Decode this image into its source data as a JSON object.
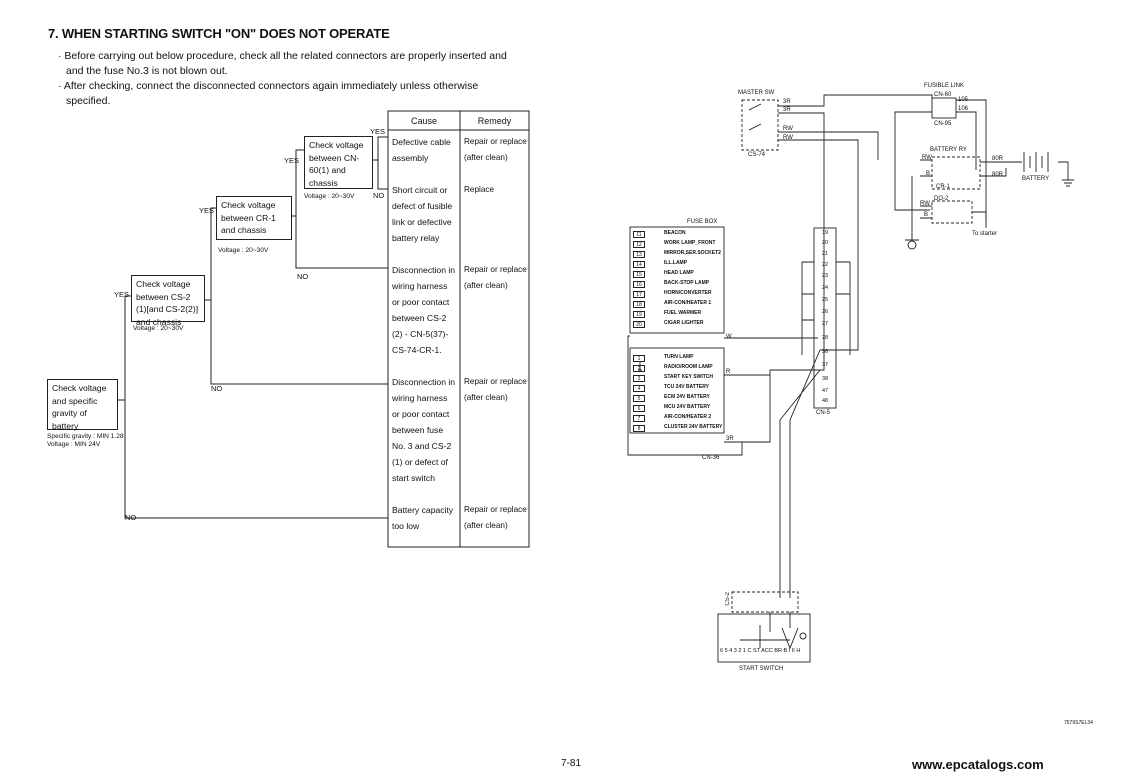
{
  "header": {
    "title": "7. WHEN STARTING SWITCH \"ON\" DOES NOT OPERATE"
  },
  "notes": [
    "· Before carrying out below procedure, check all the related connectors are properly inserted and",
    "and the fuse No.3 is not blown out.",
    "· After checking, connect the disconnected connectors again immediately unless otherwise",
    "specified."
  ],
  "flow": {
    "box1": "Check voltage and specific gravity of battery",
    "box1_spec": "Specific gravity : MIN 1.28",
    "box1_spec2": "Voltage : MIN 24V",
    "box2": "Check voltage between CS-2 (1)[and CS-2(2)] and chassis",
    "box2_spec": "Voltage : 20~30V",
    "box3": "Check voltage between CR-1 and chassis",
    "box3_spec": "Voltage : 20~30V",
    "box4": "Check voltage between CN-60(1) and chassis",
    "box4_spec": "Voltage : 20~30V",
    "yes": "YES",
    "no": "NO"
  },
  "table": {
    "headers": [
      "Cause",
      "Remedy"
    ],
    "rows": [
      {
        "cause": [
          "Defective cable",
          "assembly"
        ],
        "remedy": [
          "Repair or replace",
          "(after clean)"
        ]
      },
      {
        "cause": [
          "Short circuit or",
          "defect of fusible",
          "link or defective",
          "battery relay"
        ],
        "remedy": [
          "Replace"
        ]
      },
      {
        "cause": [
          "Disconnection in",
          "wiring harness",
          "or poor contact",
          "between CS-2",
          "(2) - CN-5(37)-",
          "CS-74-CR-1."
        ],
        "remedy": [
          "Repair or replace",
          "(after clean)"
        ]
      },
      {
        "cause": [
          "Disconnection in",
          "wiring harness",
          "or poor contact",
          "between fuse",
          "No. 3 and CS-2",
          "(1) or defect of",
          "start switch"
        ],
        "remedy": [
          "Repair or replace",
          "(after clean)"
        ]
      },
      {
        "cause": [
          "Battery capacity",
          "too low"
        ],
        "remedy": [
          "Repair or replace",
          "(after clean)"
        ]
      }
    ]
  },
  "diagram": {
    "master_sw": "MASTER SW",
    "cs74": "CS-74",
    "fusible_link": "FUSIBLE LINK",
    "cn60": "CN-60",
    "cn95": "CN-95",
    "battery_ry": "BATTERY RY",
    "battery": "BATTERY",
    "cr1": "CR-1",
    "do2": "DO-2",
    "to_starter": "To starter",
    "fuse_box": "FUSE BOX",
    "cn36": "CN-36",
    "cn5": "CN-5",
    "start_switch": "START SWITCH",
    "cs2": "CS-2",
    "fuse_items": [
      "BEACON",
      "WORK LAMP_FRONT",
      "MIRROR,SER.SOCKET2",
      "ILL.LAMP",
      "HEAD LAMP",
      "BACK-STOP LAMP",
      "HORN/CONVERTER",
      "AIR-CON/HEATER 1",
      "FUEL WARMER",
      "CIGAR LIGHTER"
    ],
    "fuse_nums": [
      "11",
      "12",
      "13",
      "14",
      "15",
      "16",
      "17",
      "18",
      "19",
      "20"
    ],
    "fuse_items2": [
      "TURN LAMP",
      "RADIO/ROOM LAMP",
      "START KEY SWITCH",
      "TCU 24V BATTERY",
      "ECM 24V BATTERY",
      "MCU 24V BATTERY",
      "AIR-CON/HEATER 2",
      "CLUSTER 24V BATTERY"
    ],
    "fuse_nums2": [
      "1",
      "2",
      "3",
      "4",
      "5",
      "6",
      "7",
      "8"
    ],
    "cn5_pins": [
      "19",
      "20",
      "21",
      "22",
      "23",
      "24",
      "25",
      "26",
      "27",
      "28",
      "36",
      "37",
      "38",
      "47",
      "48"
    ],
    "wires": {
      "3r": "3R",
      "rw": "RW",
      "w": "W",
      "r": "R",
      "b": "B",
      "r80": "80R",
      "w105": "105",
      "w106": "106"
    },
    "switch_labels": "6 5 4 3 2 1   C  ST  ACC  BR  B   I  II  H",
    "code": "7579S7EL34"
  },
  "footer": {
    "page": "7-81",
    "site": "www.epcatalogs.com"
  }
}
